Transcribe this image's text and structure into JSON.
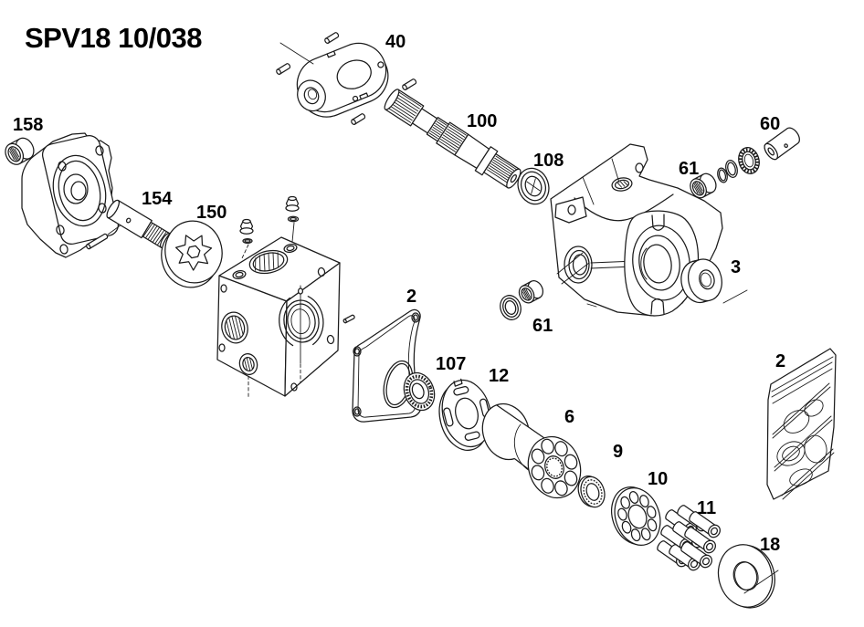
{
  "title": "SPV18 10/038",
  "diagram": {
    "background_color": "#ffffff",
    "line_color": "#1b1b1b",
    "label_color": "#000000"
  },
  "callouts": [
    {
      "number": "158"
    },
    {
      "number": "154"
    },
    {
      "number": "150"
    },
    {
      "number": "40"
    },
    {
      "number": "100"
    },
    {
      "number": "108"
    },
    {
      "number": "60"
    },
    {
      "number": "61"
    },
    {
      "number": "3"
    },
    {
      "number": "61"
    },
    {
      "number": "2"
    },
    {
      "number": "107"
    },
    {
      "number": "12"
    },
    {
      "number": "6"
    },
    {
      "number": "9"
    },
    {
      "number": "10"
    },
    {
      "number": "11"
    },
    {
      "number": "18"
    },
    {
      "number": "2"
    }
  ]
}
